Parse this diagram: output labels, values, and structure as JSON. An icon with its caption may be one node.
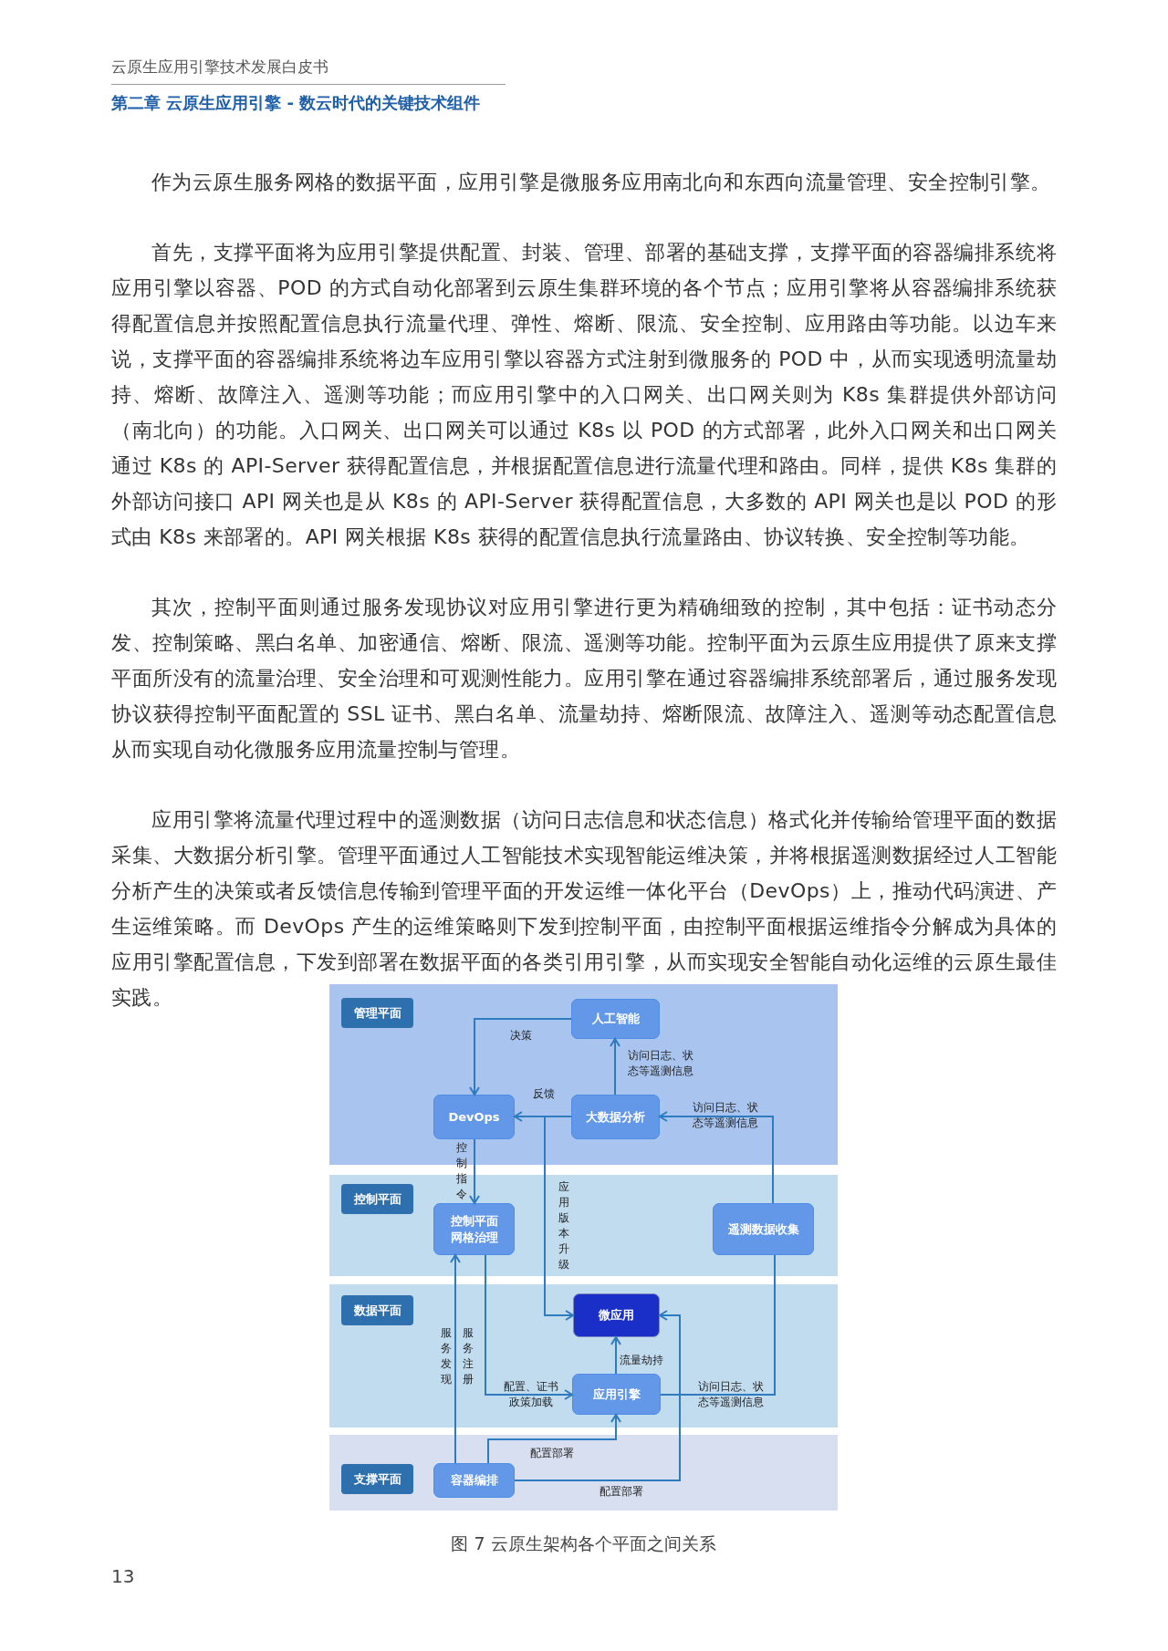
{
  "diagram": {
    "title": "第二章  云原生应用引擎 - 数云时代的关键技术组件",
    "caption": "图 7 云原生架构各个平面之间关系",
    "nodes": [
      {
        "text": [
          "管理平面"
        ]
      },
      {
        "text": [
          "人工智能"
        ],
        "in": 0
      },
      {
        "text": [
          "DevOps"
        ],
        "in": 0
      },
      {
        "text": [
          "大数据分析"
        ],
        "in": 0
      },
      {
        "text": [
          "控制平面"
        ]
      },
      {
        "text": [
          "控制平面网格治理"
        ],
        "in": 4
      },
      {
        "text": [
          "遥测数据收集"
        ],
        "in": 4
      },
      {
        "text": [
          "数据平面"
        ]
      },
      {
        "text": [
          "微应用"
        ],
        "in": 7
      },
      {
        "text": [
          "应用引擎"
        ],
        "in": 7
      },
      {
        "text": [
          "支撑平面"
        ]
      },
      {
        "text": [
          "容器编排"
        ],
        "in": 10
      }
    ],
    "edges": [
      {
        "from": 1,
        "to": 2,
        "arrow": "to",
        "label": "决策"
      },
      {
        "from": 3,
        "to": 2,
        "arrow": "to",
        "label": "反馈"
      },
      {
        "from": 3,
        "to": 1,
        "arrow": "to",
        "label": "访问日志、状态等遥测信息"
      },
      {
        "from": 6,
        "to": 3,
        "arrow": "to",
        "label": "访问日志、状态等遥测信息"
      },
      {
        "from": 2,
        "to": 5,
        "arrow": "to",
        "label": "控制指令"
      },
      {
        "from": 2,
        "to": 8,
        "arrow": "to",
        "label": "应用版本升级"
      },
      {
        "from": 11,
        "to": 5,
        "arrow": "to",
        "label": "服务发现"
      },
      {
        "from": 5,
        "to": 9,
        "arrow": "to",
        "label": "配置、证书政策加载"
      },
      {
        "from": 9,
        "to": 8,
        "arrow": "to",
        "label": "流量劫持"
      },
      {
        "from": 9,
        "to": 6,
        "arrow": "none",
        "label": "访问日志、状态等遥测信息"
      },
      {
        "from": 11,
        "to": 9,
        "arrow": "to",
        "label": "配置部署"
      },
      {
        "from": 11,
        "to": 8,
        "arrow": "to",
        "label": "配置部署"
      }
    ],
    "labels": [
      "云原生应用引擎技术发展白皮书",
      "作为云原生服务网格的数据平面，应用引擎是微服务应用南北向和东西向流量管理、安全控制引擎。",
      "首先，支撑平面将为应用引擎提供配置、封装、管理、部署的基础支撑，支撑平面的容器编排系统将应用引擎以容器、POD 的方式自动化部署到云原生集群环境的各个节点；应用引擎将从容器编排系统获得配置信息并按照配置信息执行流量代理、弹性、熔断、限流、安全控制、应用路由等功能。以边车来说，支撑平面的容器编排系统将边车应用引擎以容器方式注射到微服务的 POD 中，从而实现透明流量劫持、熔断、故障注入、遥测等功能；而应用引擎中的入口网关、出口网关则为 K8s 集群提供外部访问（南北向）的功能。入口网关、出口网关可以通过 K8s 以 POD 的方式部署，此外入口网关和出口网关通过 K8s 的 API-Server 获得配置信息，并根据配置信息进行流量代理和路由。同样，提供 K8s 集群的外部访问接口 API 网关也是从 K8s 的 API-Server 获得配置信息，大多数的 API 网关也是以 POD 的形式由 K8s 来部署的。API 网关根据 K8s 获得的配置信息执行流量路由、协议转换、安全控制等功能。",
      "其次，控制平面则通过服务发现协议对应用引擎进行更为精确细致的控制，其中包括：证书动态分发、控制策略、黑白名单、加密通信、熔断、限流、遥测等功能。控制平面为云原生应用提供了原来支撑平面所没有的流量治理、安全治理和可观测性能力。应用引擎在通过容器编排系统部署后，通过服务发现协议获得控制平面配置的 SSL 证书、黑白名单、流量劫持、熔断限流、故障注入、遥测等动态配置信息从而实现自动化微服务应用流量控制与管理。",
      "应用引擎将流量代理过程中的遥测数据（访问日志信息和状态信息）格式化并传输给管理平面的数据采集、大数据分析引擎。管理平面通过人工智能技术实现智能运维决策，并将根据遥测数据经过人工智能分析产生的决策或者反馈信息传输到管理平面的开发运维一体化平台（DevOps）上，推动代码演进、产生运维策略。而 DevOps 产生的运维策略则下发到控制平面，由控制平面根据运维指令分解成为具体的应用引擎配置信息，下发到部署在数据平面的各类引用引擎，从而实现安全智能自动化运维的云原生最佳实践。",
      "服务注册",
      "13"
    ]
  }
}
